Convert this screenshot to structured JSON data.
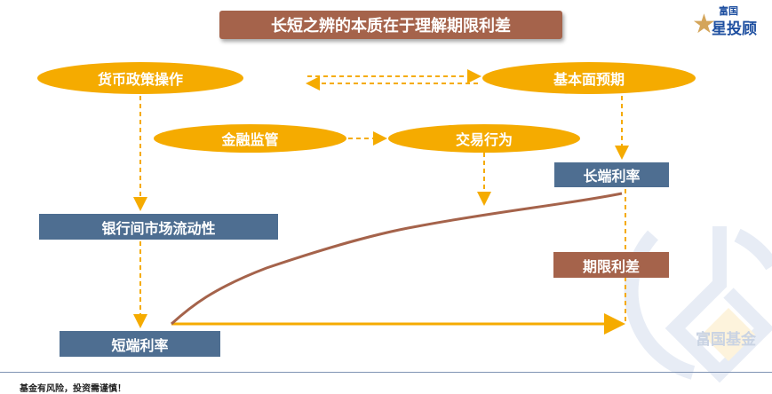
{
  "title": "长短之辨的本质在于理解期限利差",
  "logo": {
    "top": "富国",
    "bottom": "星投顾"
  },
  "watermark": "富国基金",
  "nodes": {
    "monetary_policy": "货币政策操作",
    "fundamentals": "基本面预期",
    "regulation": "金融监管",
    "trading": "交易行为",
    "interbank_liquidity": "银行间市场流动性",
    "short_rate": "短端利率",
    "long_rate": "长端利率",
    "term_spread": "期限利差"
  },
  "footer": "基金有风险，投资需谨慎！",
  "colors": {
    "orange": "#F5AB00",
    "blue": "#4E6E91",
    "brown": "#A5634B"
  }
}
